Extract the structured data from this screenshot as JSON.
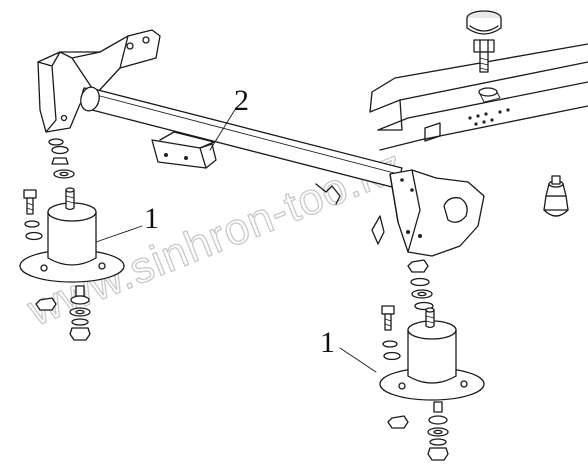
{
  "callouts": {
    "mount_left": "1",
    "crossmember": "2",
    "mount_right": "1"
  },
  "watermark": "www.sinhron-too.kz"
}
